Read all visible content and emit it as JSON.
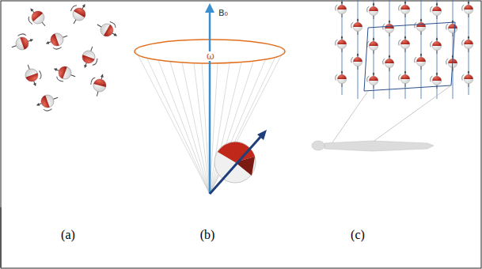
{
  "diagram": {
    "labels": [
      "B₀",
      "ω",
      "(a)",
      "(b)",
      "(c)"
    ]
  }
}
